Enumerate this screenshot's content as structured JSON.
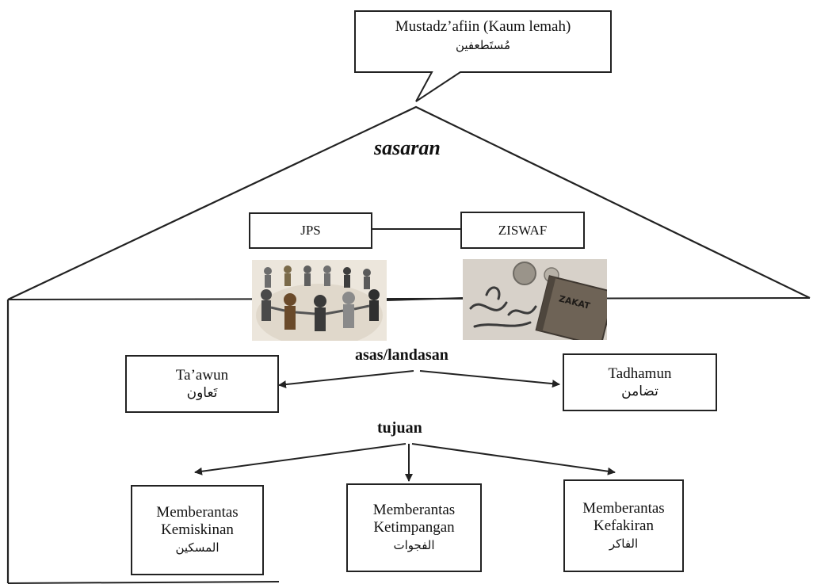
{
  "target": {
    "line1": "Mustadz’afiin (Kaum lemah)",
    "line2": "مُستَطعفين"
  },
  "sasaran_label": "sasaran",
  "jps_label": "JPS",
  "ziswaf_label": "ZISWAF",
  "zakat_book_text": "ZAKAT",
  "asas_label": "asas/landasan",
  "tawawun": {
    "line1": "Ta’awun",
    "line2": "تَعاون"
  },
  "tadhamun": {
    "line1": "Tadhamun",
    "line2": "تضامن"
  },
  "tujuan_label": "tujuan",
  "goals": [
    {
      "line1": "Memberantas",
      "line2": "Kemiskinan",
      "line3": "المسكين"
    },
    {
      "line1": "Memberantas",
      "line2": "Ketimpangan",
      "line3": "الفجوات"
    },
    {
      "line1": "Memberantas",
      "line2": "Kefakiran",
      "line3": "الفاكر"
    }
  ],
  "colors": {
    "line": "#222222",
    "border": "#222222",
    "text": "#111111"
  }
}
